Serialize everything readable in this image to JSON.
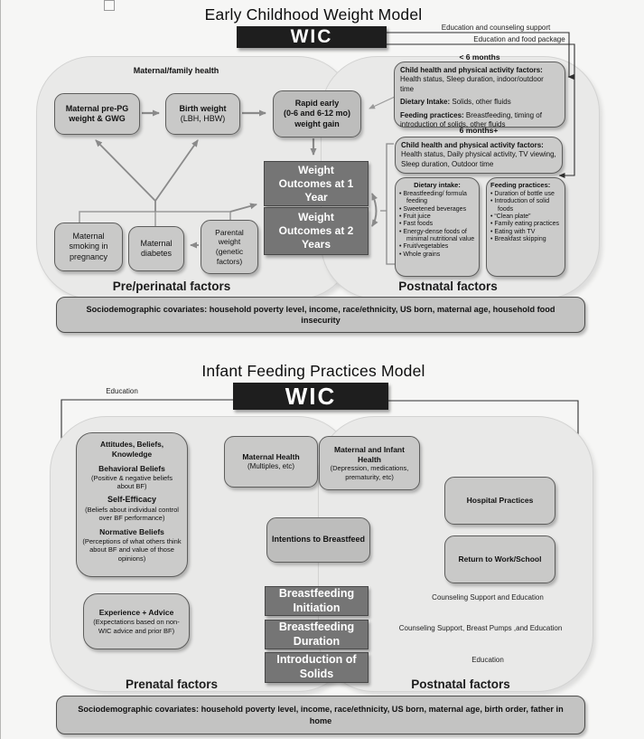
{
  "colors": {
    "wic_bg": "#1e1e1e",
    "dark_box": "#757575",
    "light_box": "#c9c9c8",
    "panel": "#e9e9e8",
    "covariate_bar": "#c3c3c2",
    "arrow_gray": "#8a8a8a",
    "line_dark": "#2f2f2f"
  },
  "weight_model": {
    "title": "Early Childhood Weight Model",
    "wic": "WIC",
    "feed_labels": {
      "counseling": "Education and counseling support",
      "food_package": "Education and food package"
    },
    "panel_note": "Maternal/family health",
    "boxes": {
      "maternal_prepg": {
        "lines": [
          "Maternal  pre-PG",
          "weight & GWG"
        ]
      },
      "birth_weight": {
        "lines": [
          "Birth weight",
          "(LBH, HBW)"
        ]
      },
      "rapid_early": {
        "lines": [
          "Rapid early",
          "(0-6  and 6-12 mo)",
          "weight gain"
        ]
      },
      "weight_outcome_1": {
        "lines": [
          "Weight",
          "Outcomes at 1",
          "Year"
        ]
      },
      "weight_outcome_2": {
        "lines": [
          "Weight",
          "Outcomes at 2",
          "Years"
        ]
      },
      "maternal_smoking": {
        "lines": [
          "Maternal",
          "smoking in",
          "pregnancy"
        ]
      },
      "maternal_diabetes": {
        "lines": [
          "Maternal",
          "diabetes"
        ]
      },
      "parental_weight": {
        "lines": [
          "Parental",
          "weight",
          "(genetic",
          "factors)"
        ]
      }
    },
    "under_6": {
      "age_label": "< 6 months",
      "row1": {
        "bold": "Child health and physical activity factors:",
        "text": "Health status, Sleep duration, indoor/outdoor time"
      },
      "row2": {
        "bold": "Dietary Intake:",
        "text": "Solids,  other fluids"
      },
      "row3": {
        "bold": "Feeding practices:",
        "text": "Breastfeeding, timing of introduction of solids, other fluids"
      }
    },
    "over_6": {
      "age_label": "6 months+",
      "child_health": {
        "bold": "Child health and physical activity factors:",
        "text": "Health status, Daily physical activity, TV viewing, Sleep duration, Outdoor time"
      },
      "dietary": {
        "title": "Dietary intake:",
        "items": [
          "Breastfeeding/ formula feeding",
          "Sweetened beverages",
          "Fruit juice",
          "Fast foods",
          "Energy-dense foods of minimal nutritional value",
          "Fruit/vegetables",
          "Whole grains"
        ]
      },
      "feeding": {
        "title": "Feeding practices:",
        "items": [
          "Duration of bottle use",
          "Introduction of solid foods",
          "“Clean plate”",
          "Family eating practices",
          "Eating with TV",
          "Breakfast skipping"
        ]
      }
    },
    "section_left": "Pre/perinatal factors",
    "section_right": "Postnatal factors",
    "covariates": "Sociodemographic covariates: household poverty level, income, race/ethnicity, US born, maternal age, household food insecurity"
  },
  "feeding_model": {
    "title": "Infant Feeding Practices Model",
    "wic": "WIC",
    "education_label": "Education",
    "attitudes": {
      "header": "Attitudes, Beliefs, Knowledge",
      "groups": [
        {
          "bold": "Behavioral Beliefs",
          "text": "(Positive & negative beliefs about BF)"
        },
        {
          "bold": "Self-Efficacy",
          "text": "(Beliefs about individual control over BF performance)"
        },
        {
          "bold": "Normative Beliefs",
          "text": "(Perceptions of what others think about BF and value of those opinions)"
        }
      ]
    },
    "experience": {
      "bold": "Experience + Advice",
      "text": "(Expectations based on non-WIC advice and prior  BF)"
    },
    "maternal_health": {
      "bold": "Maternal  Health",
      "text": "(Multiples, etc)"
    },
    "maternal_infant_health": {
      "bold": "Maternal and Infant Health",
      "text": "(Depression, medications, prematurity, etc)"
    },
    "hospital_practices": "Hospital Practices",
    "return_to_work": "Return to Work/School",
    "intentions": "Intentions to Breastfeed",
    "outcomes": {
      "initiation": "Breastfeeding Initiation",
      "duration": "Breastfeeding Duration",
      "solids": "Introduction of Solids"
    },
    "arrow_labels": {
      "counseling_education": "Counseling Support  and Education",
      "counseling_pumps": "Counseling Support, Breast  Pumps ,and  Education",
      "education": "Education"
    },
    "section_left": "Prenatal factors",
    "section_right": "Postnatal factors",
    "covariates": "Sociodemographic covariates: household  poverty level, income, race/ethnicity,  US born, maternal age, birth order, father in home"
  }
}
